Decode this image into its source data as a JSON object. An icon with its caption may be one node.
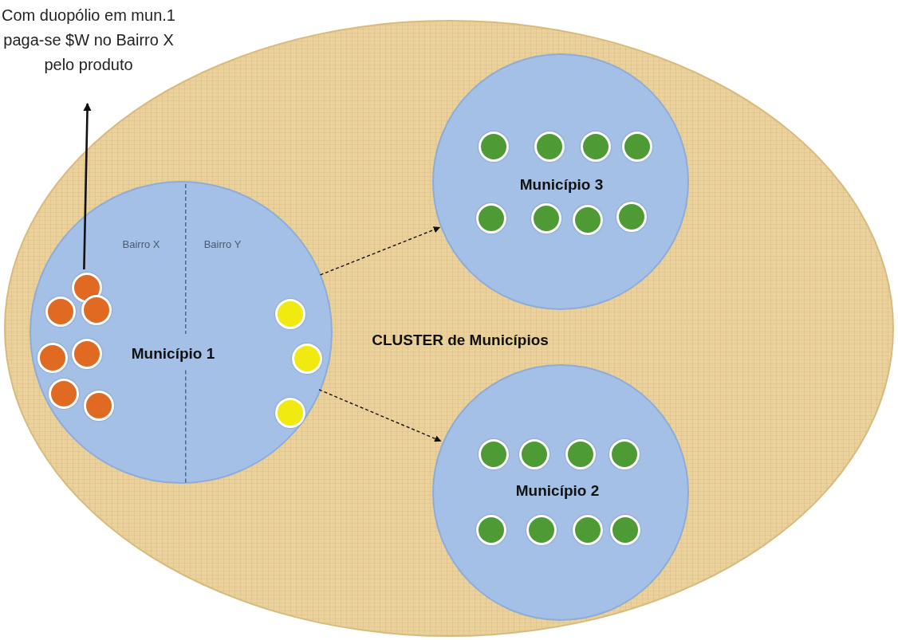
{
  "diagram": {
    "nodes": [
      {
        "text": [
          "Com duopólio em mun.1 paga-se $W no Bairro X pelo produto"
        ]
      },
      {
        "text": [
          "CLUSTER de Municípios"
        ]
      },
      {
        "text": [
          "Bairro X",
          "Bairro Y",
          "Município 1"
        ],
        "in": 1
      },
      {
        "text": [
          "Município 3"
        ],
        "in": 1
      },
      {
        "text": [
          "Município 2"
        ],
        "in": 1
      },
      {
        "text": [],
        "shape": "circle",
        "in": 2
      },
      {
        "text": [],
        "shape": "circle",
        "in": 2
      },
      {
        "text": [],
        "shape": "circle",
        "in": 2
      },
      {
        "text": [],
        "shape": "circle",
        "in": 2
      },
      {
        "text": [],
        "shape": "circle",
        "in": 2
      },
      {
        "text": [],
        "shape": "circle",
        "in": 2
      },
      {
        "text": [],
        "shape": "circle",
        "in": 2
      },
      {
        "text": [],
        "shape": "circle",
        "in": 2
      },
      {
        "text": [],
        "shape": "circle",
        "in": 2
      },
      {
        "text": [],
        "shape": "circle",
        "in": 2
      },
      {
        "text": [],
        "shape": "circle",
        "in": 3
      },
      {
        "text": [],
        "shape": "circle",
        "in": 3
      },
      {
        "text": [],
        "shape": "circle",
        "in": 3
      },
      {
        "text": [],
        "shape": "circle",
        "in": 3
      },
      {
        "text": [],
        "shape": "circle",
        "in": 3
      },
      {
        "text": [],
        "shape": "circle",
        "in": 3
      },
      {
        "text": [],
        "shape": "circle",
        "in": 3
      },
      {
        "text": [],
        "shape": "circle",
        "in": 3
      },
      {
        "text": [],
        "shape": "circle",
        "in": 4
      },
      {
        "text": [],
        "shape": "circle",
        "in": 4
      },
      {
        "text": [],
        "shape": "circle",
        "in": 4
      },
      {
        "text": [],
        "shape": "circle",
        "in": 4
      },
      {
        "text": [],
        "shape": "circle",
        "in": 4
      },
      {
        "text": [],
        "shape": "circle",
        "in": 4
      },
      {
        "text": [],
        "shape": "circle",
        "in": 4
      },
      {
        "text": [],
        "shape": "circle",
        "in": 4
      }
    ],
    "edges": [
      {
        "from": 5,
        "to": 0,
        "arrow": "to"
      },
      {
        "from": 2,
        "to": 3,
        "arrow": "to",
        "style": "dashed"
      },
      {
        "from": 2,
        "to": 4,
        "arrow": "to",
        "style": "dashed"
      }
    ]
  }
}
